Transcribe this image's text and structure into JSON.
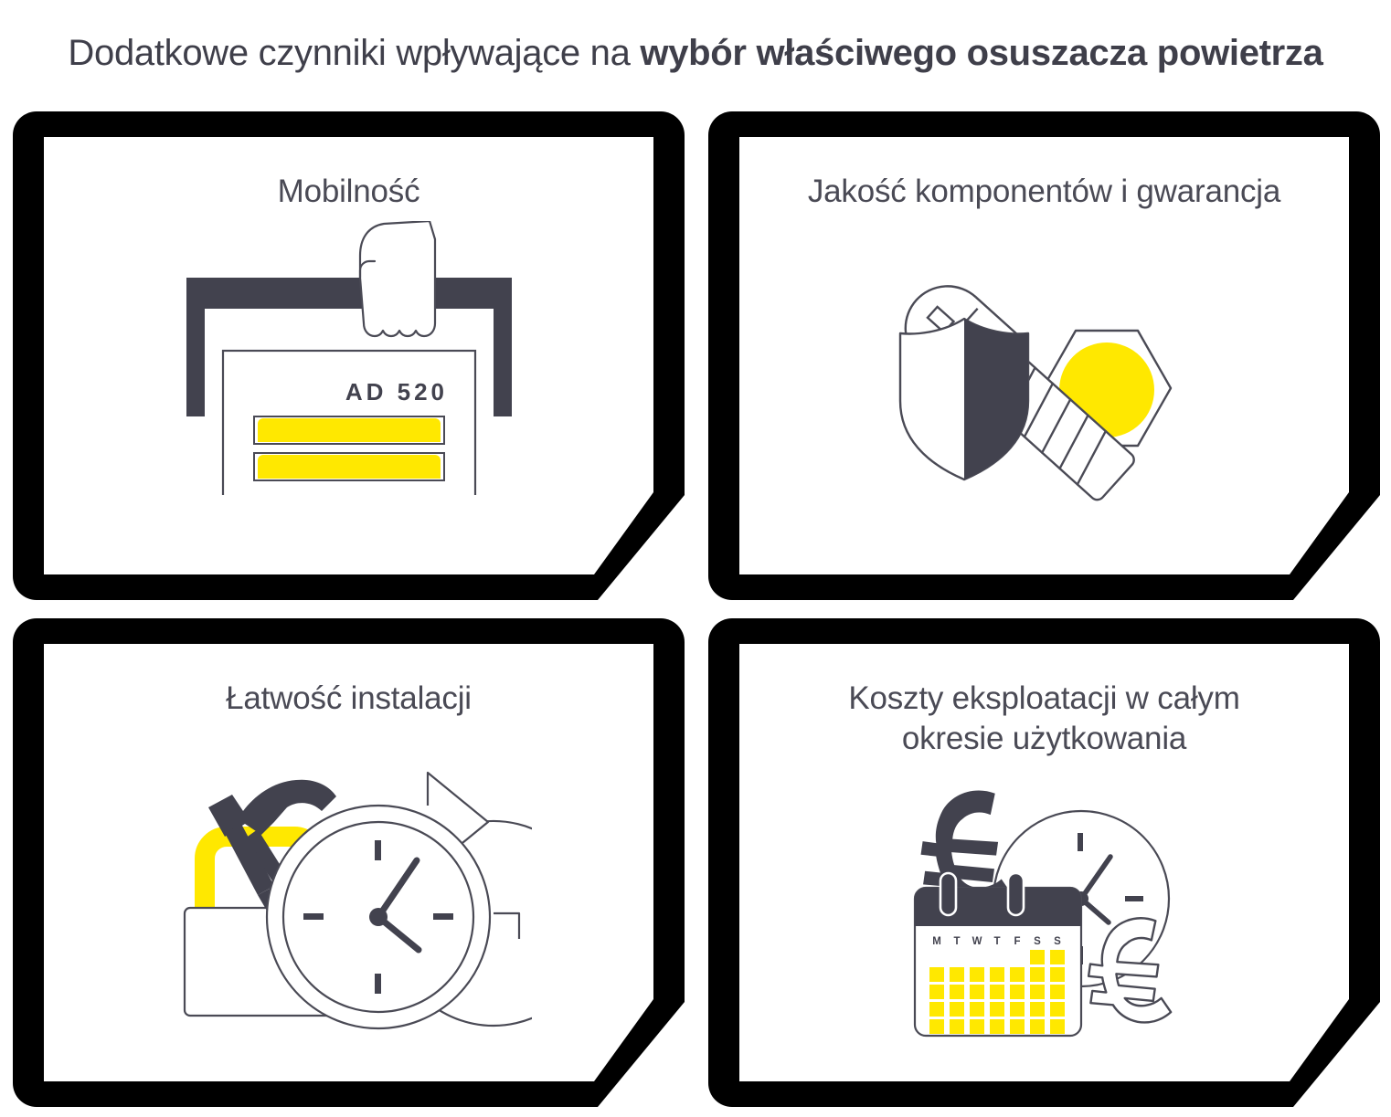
{
  "title": {
    "light_part": "Dodatkowe czynniki wpływające na ",
    "bold_part": "wybór właściwego osuszacza powietrza",
    "full": "Dodatkowe czynniki wpływające na wybór właściwego osuszacza powietrza"
  },
  "colors": {
    "frame": "#000000",
    "text": "#4a4a55",
    "dark": "#42424e",
    "yellow": "#ffe800",
    "outline": "#4a4a55",
    "background": "#ffffff"
  },
  "cards": [
    {
      "id": "mobility",
      "heading": "Mobilność",
      "icon": "dehumidifier-with-hand-icon",
      "device_label": "AD 520"
    },
    {
      "id": "component-quality",
      "heading": "Jakość komponentów i gwarancja",
      "icon": "shield-bolt-nut-icon"
    },
    {
      "id": "ease-of-installation",
      "heading": "Łatwość instalacji",
      "icon": "toolbox-clock-arrow-icon"
    },
    {
      "id": "lifetime-operating-costs",
      "heading": "Koszty eksploatacji w całym okresie użytkowania",
      "heading_line1": "Koszty eksploatacji w całym",
      "heading_line2": "okresie użytkowania",
      "icon": "euro-calendar-clock-icon",
      "calendar_day_labels": [
        "M",
        "T",
        "W",
        "T",
        "F",
        "S",
        "S"
      ],
      "calendar_rows": [
        [
          0,
          0,
          0,
          0,
          0,
          1,
          1
        ],
        [
          1,
          1,
          1,
          1,
          1,
          1,
          1
        ],
        [
          1,
          1,
          1,
          1,
          1,
          1,
          1
        ],
        [
          1,
          1,
          1,
          1,
          1,
          1,
          1
        ],
        [
          1,
          1,
          1,
          1,
          1,
          1,
          1
        ]
      ]
    }
  ]
}
